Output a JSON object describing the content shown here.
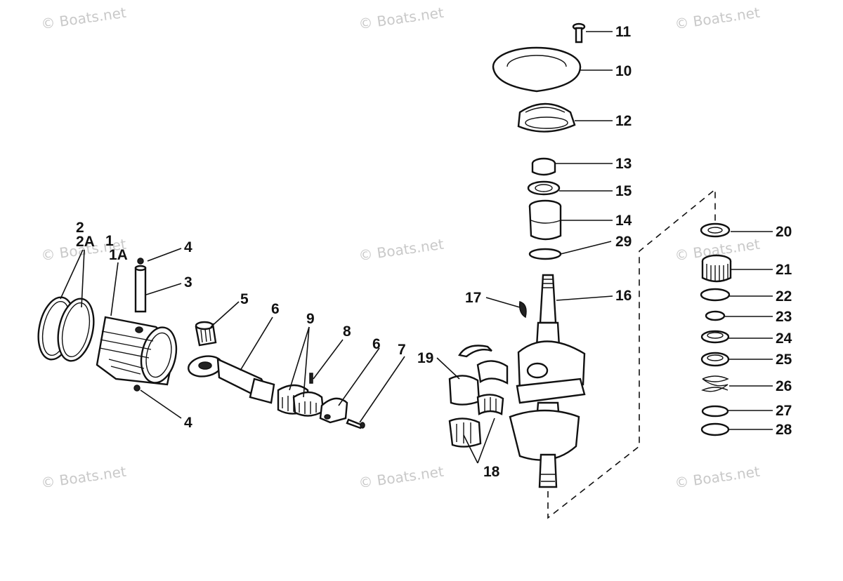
{
  "watermark": "© Boats.net",
  "callouts": {
    "p1": "1",
    "p1a": "1A",
    "p2": "2",
    "p2a": "2A",
    "p3": "3",
    "p4": "4",
    "p5": "5",
    "p6": "6",
    "p7": "7",
    "p8": "8",
    "p9": "9",
    "p10": "10",
    "p11": "11",
    "p12": "12",
    "p13": "13",
    "p14": "14",
    "p15": "15",
    "p16": "16",
    "p17": "17",
    "p18": "18",
    "p19": "19",
    "p20": "20",
    "p21": "21",
    "p22": "22",
    "p23": "23",
    "p24": "24",
    "p25": "25",
    "p26": "26",
    "p27": "27",
    "p28": "28",
    "p29": "29"
  }
}
